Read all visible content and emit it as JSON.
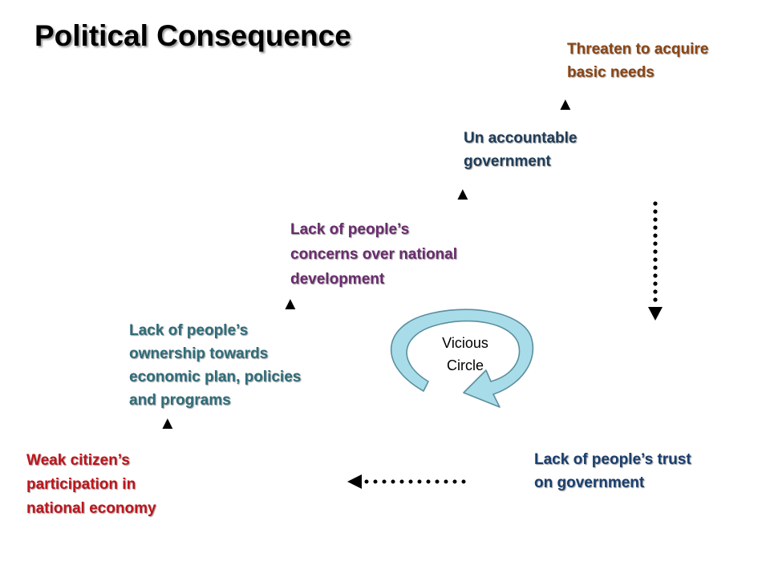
{
  "title": "Political Consequence",
  "nodes": {
    "threaten": {
      "text": "Threaten to acquire\nbasic needs",
      "color": "#8b4513"
    },
    "unaccountable": {
      "text": "Un accountable\ngovernment",
      "color": "#1f3d59"
    },
    "concerns": {
      "text": "Lack of people’s\nconcerns over national\ndevelopment",
      "color": "#6a2c6e"
    },
    "ownership": {
      "text": "Lack of people’s\nownership towards\neconomic plan, policies\nand programs",
      "color": "#2f6d7a"
    },
    "weak": {
      "text": "Weak citizen’s\nparticipation in\nnational economy",
      "color": "#c0141b"
    },
    "trust": {
      "text": "Lack of people’s trust\non government",
      "color": "#1a3f6f"
    }
  },
  "cycle": {
    "label": "Vicious\nCircle",
    "color": "#9ed8e8",
    "stroke": "#5a8fa0"
  }
}
